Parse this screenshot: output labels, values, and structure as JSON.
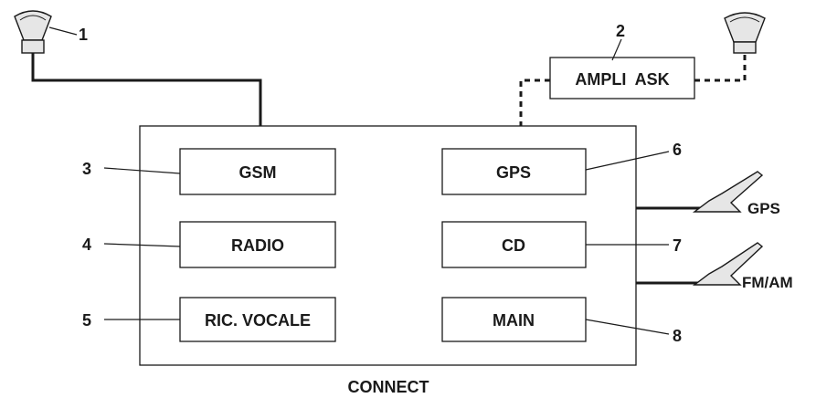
{
  "diagram": {
    "title": "CONNECT",
    "modules": {
      "gsm": "GSM",
      "radio": "RADIO",
      "ric_vocale": "RIC. VOCALE",
      "gps": "GPS",
      "cd": "CD",
      "main": "MAIN"
    },
    "amplifier": "AMPLI  ASK",
    "antennas": {
      "gps": "GPS",
      "fm_am": "FM/AM"
    },
    "callouts": [
      "1",
      "2",
      "3",
      "4",
      "5",
      "6",
      "7",
      "8"
    ],
    "icons": {
      "speaker": "speaker-icon",
      "antenna": "antenna-icon"
    }
  }
}
